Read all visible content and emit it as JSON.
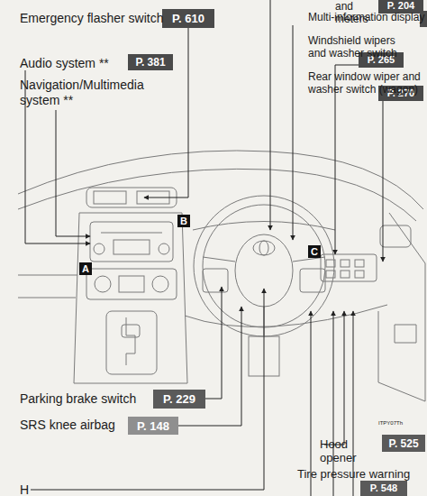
{
  "diagram": {
    "nodes": [
      {
        "text": [
          "P. 610"
        ]
      },
      {
        "text": [
          "P. 204"
        ]
      },
      {
        "text": [
          "P. 381"
        ]
      },
      {
        "text": [
          "P. 265"
        ]
      },
      {
        "text": [
          "P. 270"
        ]
      },
      {
        "text": [
          "B"
        ]
      },
      {
        "text": [
          "A"
        ]
      },
      {
        "text": [
          "C"
        ]
      },
      {
        "text": [
          "P. 229"
        ]
      },
      {
        "text": [
          "P. 525"
        ]
      },
      {
        "text": [
          "P. 148"
        ]
      },
      {
        "text": [
          "P. 548"
        ]
      }
    ],
    "labels": [
      "Emergency flasher switch",
      "and meters",
      "Multi-information display",
      "Audio system **",
      "Windshield wipers and washer switch",
      "Navigation/Multimedia system **",
      "Rear window wiper and washer switch (wagon)",
      "ITPY07Th",
      "Parking brake switch",
      "Hood opener",
      "SRS knee airbag",
      "Tire pressure warning",
      "H"
    ]
  }
}
